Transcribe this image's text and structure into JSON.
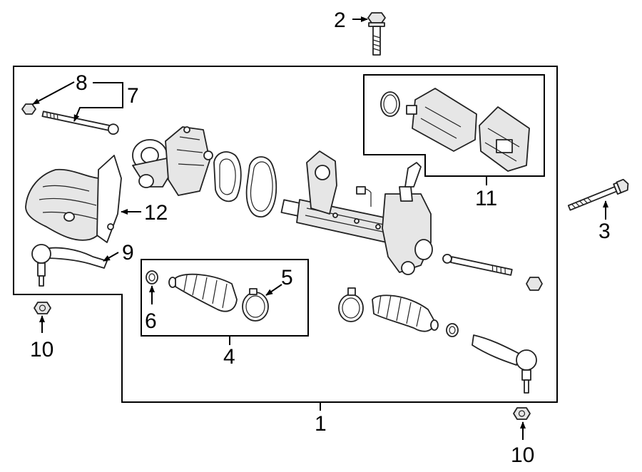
{
  "diagram": {
    "callouts": {
      "c1": "1",
      "c2": "2",
      "c3": "3",
      "c4": "4",
      "c5": "5",
      "c6": "6",
      "c7": "7",
      "c8": "8",
      "c9": "9",
      "c10a": "10",
      "c10b": "10",
      "c11": "11",
      "c12": "12"
    },
    "colors": {
      "line": "#000000",
      "part_fill": "#e6e6e6",
      "background": "#ffffff"
    }
  }
}
